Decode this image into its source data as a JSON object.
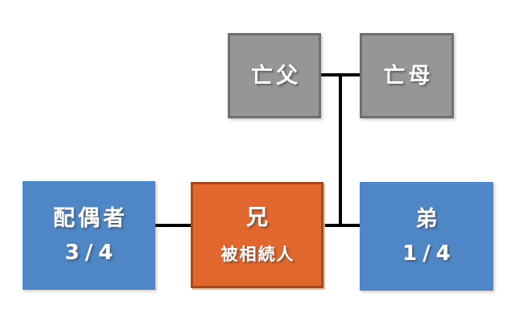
{
  "diagram": {
    "type": "family-inheritance-tree",
    "background": "#ffffff",
    "colors": {
      "background": "#ffffff",
      "parent_fill": "#969696",
      "parent_border": "#6f6f6f",
      "heir_fill": "#4e86c6",
      "decedent_fill": "#e2672e",
      "decedent_border": "#a34a20",
      "connector_color": "#000000",
      "text_color": "#ffffff"
    },
    "nodes": {
      "father": {
        "label": "亡父"
      },
      "mother": {
        "label": "亡母"
      },
      "spouse": {
        "label": "配偶者",
        "share": "3/4"
      },
      "decedent": {
        "label": "兄",
        "sublabel": "被相続人"
      },
      "brother": {
        "label": "弟",
        "share": "1/4"
      }
    },
    "connectors": [
      {
        "name": "parents-marriage-line"
      },
      {
        "name": "parents-descent-line"
      },
      {
        "name": "spouse-marriage-line"
      },
      {
        "name": "siblings-line"
      }
    ]
  }
}
